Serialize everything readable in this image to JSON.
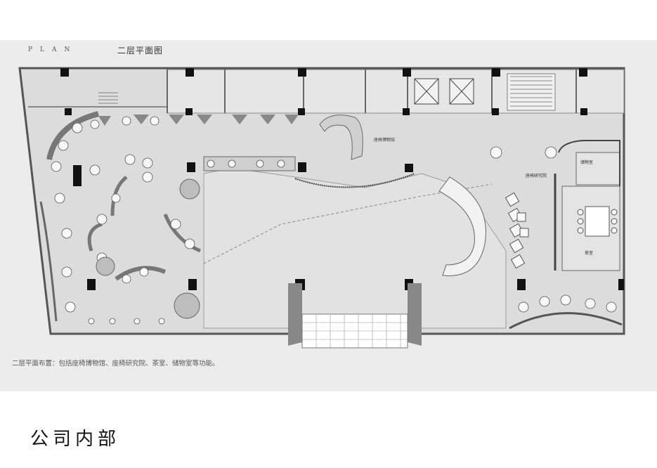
{
  "header": {
    "latin": "PLAN",
    "chinese": "二层平面图"
  },
  "caption": "二层平面布置：包括座椅博物馆、座椅研究院、茶室、储物室等功能。",
  "footer_title": "公司内部",
  "rooms": {
    "museum": "座椅博物馆",
    "research": "座椅研究院",
    "storage": "储物室",
    "tea": "茶室"
  },
  "colors": {
    "panel": "#ececec",
    "floor": "#dcdcdc",
    "wall": "#7a7a7a",
    "column": "#111111",
    "dark_furniture": "#8a8a8a"
  }
}
